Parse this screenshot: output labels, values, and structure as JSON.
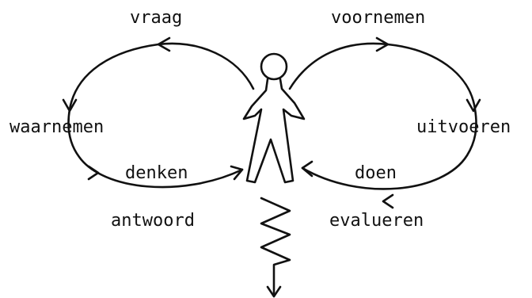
{
  "labels": {
    "vraag": "vraag",
    "voornemen": "voornemen",
    "waarnemen": "waarnemen",
    "uitvoeren": "uitvoeren",
    "denken": "denken",
    "doen": "doen",
    "antwoord": "antwoord",
    "evalueren": "evalueren"
  },
  "colors": {
    "ink": "#111111",
    "background": "#ffffff"
  }
}
